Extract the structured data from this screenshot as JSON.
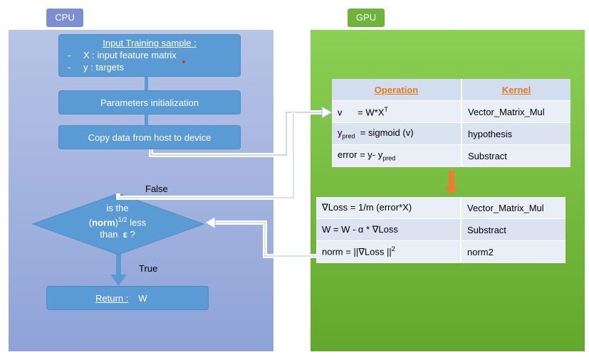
{
  "cpu": {
    "tag": "CPU",
    "input": {
      "title": "Input Training sample :",
      "lines": [
        {
          "dash": "-",
          "text": "X : input feature matrix"
        },
        {
          "dash": "-",
          "text": "y : targets"
        }
      ]
    },
    "params": "Parameters initialization",
    "copy": "Copy data from host to device",
    "decision": {
      "line1": "is the",
      "norm": "norm",
      "power": "1/2",
      "less": " less",
      "than": "than",
      "epsilon": "ε",
      "question": " ?"
    },
    "false_label": "False",
    "true_label": "True",
    "return": {
      "label": "Return :",
      "value": "W"
    }
  },
  "gpu": {
    "tag": "GPU",
    "table1": {
      "headers": [
        "Operation",
        "Kernel"
      ],
      "rows": [
        {
          "lhs": "v",
          "rhs": "= W*X",
          "sup": "T",
          "kernel": "Vector_Matrix_Mul"
        },
        {
          "lhs": "y",
          "lhs_sub": "pred",
          "rhs": "= sigmoid (v)",
          "kernel": "hypothesis"
        },
        {
          "lhs": "error",
          "rhs": "=  y- y",
          "rhs_sub": "pred",
          "kernel": "Substract"
        }
      ]
    },
    "table2": {
      "rows": [
        {
          "op": "∇Loss  =  1/m (error*X)",
          "kernel": "Vector_Matrix_Mul"
        },
        {
          "op": "W     = W -  α * ∇Loss",
          "kernel": "Substract"
        },
        {
          "op": "norm = ||∇Loss ||",
          "sup": "2",
          "kernel": "norm2"
        }
      ]
    }
  },
  "colors": {
    "cpu_panel": "#9fb0de",
    "gpu_panel": "#70b83a",
    "flow_box": "#5b9bd5",
    "header_text": "#e07a1f",
    "orange_arrow": "#ed7d31"
  }
}
